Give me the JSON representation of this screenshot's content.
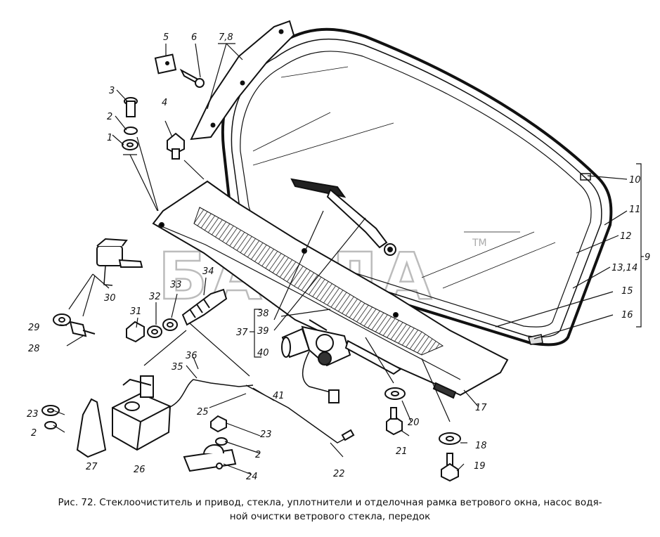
{
  "watermark": {
    "text": "БАЛЛА",
    "tm": "TM"
  },
  "callouts": {
    "c1": "1",
    "c2a": "2",
    "c3": "3",
    "c4": "4",
    "c5": "5",
    "c6": "6",
    "c78": "7,8",
    "c9": "9",
    "c10": "10",
    "c11": "11",
    "c12": "12",
    "c1314": "13,14",
    "c15": "15",
    "c16": "16",
    "c17": "17",
    "c18": "18",
    "c19": "19",
    "c20": "20",
    "c21": "21",
    "c22": "22",
    "c23a": "23",
    "c23b": "23",
    "c2b": "2",
    "c2c": "2",
    "c24": "24",
    "c25": "25",
    "c26": "26",
    "c27": "27",
    "c28": "28",
    "c29": "29",
    "c30": "30",
    "c31": "31",
    "c32": "32",
    "c33": "33",
    "c34": "34",
    "c35": "35",
    "c36": "36",
    "c37": "37",
    "c38": "38",
    "c39": "39",
    "c40": "40",
    "c41": "41"
  },
  "caption": {
    "line1": "Рис. 72. Стеклоочиститель и привод, стекла, уплотнители и отделочная рамка ветрового окна, насос водя-",
    "line2": "ной очистки ветрового стекла, передок"
  }
}
